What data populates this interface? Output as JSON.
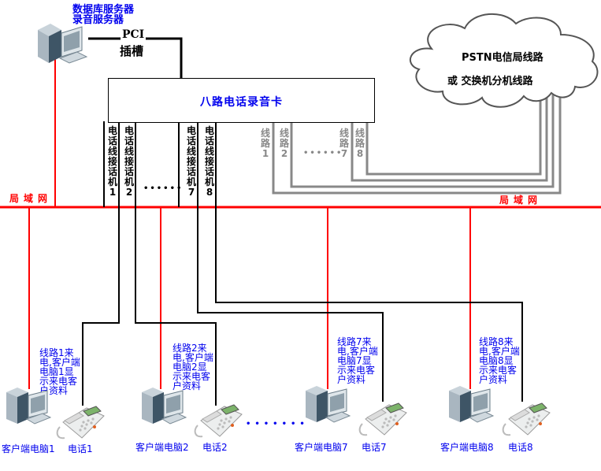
{
  "server": {
    "title_line1": "数据库服务器",
    "title_line2": "录音服务器",
    "icon": "desktop-computer-icon"
  },
  "pci": {
    "label": "PCI",
    "slot_label": "插槽"
  },
  "card": {
    "label": "八路电话录音卡"
  },
  "phone_ports": [
    {
      "text": "电话线接话机",
      "num": "1"
    },
    {
      "text": "电话线接话机",
      "num": "2"
    },
    {
      "text": "电话线接话机",
      "num": "7"
    },
    {
      "text": "电话线接话机",
      "num": "8"
    }
  ],
  "phone_ports_ellipsis": "••••••",
  "line_ports": [
    {
      "text": "线路",
      "num": "1"
    },
    {
      "text": "线路",
      "num": "2"
    },
    {
      "text": "线路",
      "num": "7"
    },
    {
      "text": "线路",
      "num": "8"
    }
  ],
  "line_ports_ellipsis": "••••••",
  "cloud": {
    "line1": "PSTN电信局线路",
    "line2": "或 交换机分机线路",
    "icon": "cloud-icon"
  },
  "lan": {
    "label_left": "局域网",
    "label_right": "局域网"
  },
  "clients": [
    {
      "note": "线路1来电,客户端电脑1显示来电客户资料",
      "pc_label": "客户端电脑1",
      "phone_label": "电话1"
    },
    {
      "note": "线路2来电,客户端电脑2显示来电客户资料",
      "pc_label": "客户端电脑2",
      "phone_label": "电话2"
    },
    {
      "note": "线路7来电,客户端电脑7显示来电客户资料",
      "pc_label": "客户端电脑7",
      "phone_label": "电话7"
    },
    {
      "note": "线路8来电,客户端电脑8显示来电客户资料",
      "pc_label": "客户端电脑8",
      "phone_label": "电话8"
    }
  ],
  "clients_ellipsis": "•••••••",
  "colors": {
    "lan": "#ff0000",
    "phone_wire": "#000000",
    "pstn_wire": "#888888",
    "label_blue": "#0000ee"
  }
}
